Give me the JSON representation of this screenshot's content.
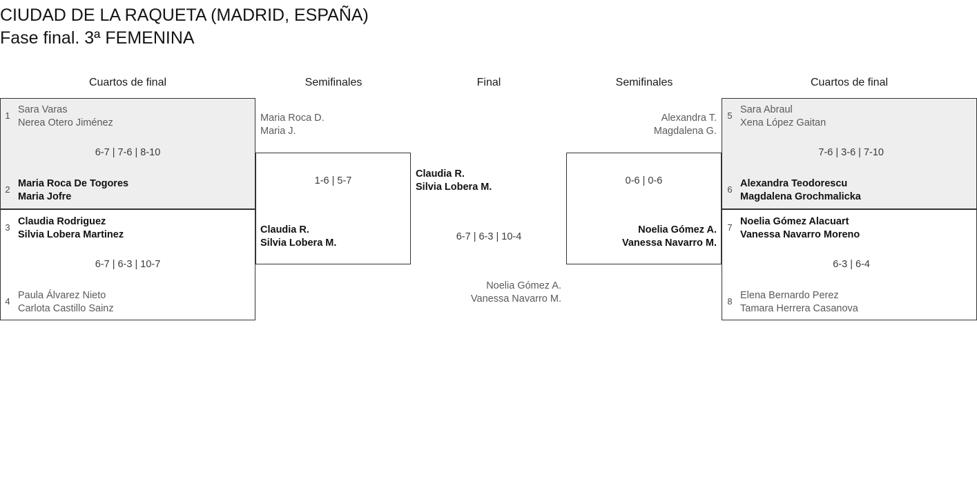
{
  "header": {
    "title_line1": "CIUDAD DE LA RAQUETA (MADRID, ESPAÑA)",
    "title_line2": "Fase final. 3ª FEMENINA"
  },
  "rounds": [
    {
      "id": "qf-left",
      "label": "Cuartos de final"
    },
    {
      "id": "sf-left",
      "label": "Semifinales"
    },
    {
      "id": "final",
      "label": "Final"
    },
    {
      "id": "sf-right",
      "label": "Semifinales"
    },
    {
      "id": "qf-right",
      "label": "Cuartos de final"
    }
  ],
  "bracket": {
    "quarterfinals_left": [
      {
        "score": "6-7 | 7-6 | 8-10",
        "top": {
          "seed": "1",
          "player1": "Sara Varas",
          "player2": "Nerea Otero Jiménez",
          "result": "loser"
        },
        "bottom": {
          "seed": "2",
          "player1": "Maria Roca De Togores",
          "player2": "Maria Jofre",
          "result": "winner"
        }
      },
      {
        "score": "6-7 | 6-3 | 10-7",
        "top": {
          "seed": "3",
          "player1": "Claudia Rodriguez",
          "player2": "Silvia Lobera Martinez",
          "result": "winner"
        },
        "bottom": {
          "seed": "4",
          "player1": "Paula Álvarez Nieto",
          "player2": "Carlota Castillo Sainz",
          "result": "loser"
        }
      }
    ],
    "quarterfinals_right": [
      {
        "score": "7-6 | 3-6 | 7-10",
        "top": {
          "seed": "5",
          "player1": "Sara Abraul",
          "player2": "Xena López Gaitan",
          "result": "loser"
        },
        "bottom": {
          "seed": "6",
          "player1": "Alexandra Teodorescu",
          "player2": "Magdalena Grochmalicka",
          "result": "winner"
        }
      },
      {
        "score": "6-3 | 6-4",
        "top": {
          "seed": "7",
          "player1": "Noelia Gómez Alacuart",
          "player2": "Vanessa Navarro Moreno",
          "result": "winner"
        },
        "bottom": {
          "seed": "8",
          "player1": "Elena Bernardo Perez",
          "player2": "Tamara Herrera Casanova",
          "result": "loser"
        }
      }
    ],
    "semifinal_left": {
      "score": "1-6 | 5-7",
      "top": {
        "player1": "Maria Roca D.",
        "player2": "Maria J.",
        "result": "loser"
      },
      "bottom": {
        "player1": "Claudia R.",
        "player2": "Silvia Lobera M.",
        "result": "winner"
      }
    },
    "semifinal_right": {
      "score": "0-6 | 0-6",
      "top": {
        "player1": "Alexandra T.",
        "player2": "Magdalena G.",
        "result": "loser"
      },
      "bottom": {
        "player1": "Noelia Gómez A.",
        "player2": "Vanessa Navarro M.",
        "result": "winner"
      }
    },
    "final": {
      "score": "6-7 | 6-3 | 10-4",
      "top": {
        "player1": "Claudia R.",
        "player2": "Silvia Lobera M.",
        "result": "winner"
      },
      "bottom": {
        "player1": "Noelia Gómez A.",
        "player2": "Vanessa Navarro M.",
        "result": "loser"
      }
    }
  },
  "colors": {
    "shade": "#eeeeee",
    "border": "#333333",
    "loser_text": "#5a5a5a",
    "winner_text": "#111111"
  }
}
